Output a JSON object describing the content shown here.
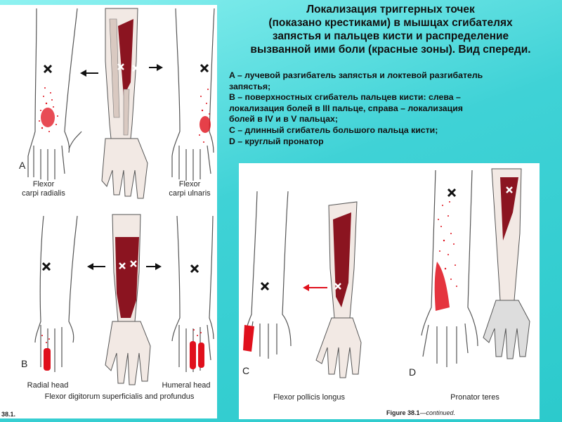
{
  "title": {
    "line1": "Локализация триггерных точек",
    "line2": "(показано крестиками) в мышцах сгибателях",
    "line3": "запястья и пальцев кисти и распределение",
    "line4": "вызванной ими боли (красные зоны). Вид спереди."
  },
  "legend": {
    "line1": "A – лучевой разгибатель запястья и локтевой разгибатель",
    "line2": "запястья;",
    "line3": "B – поверхностных сгибатель пальцев кисти: слева –",
    "line4": "локализация болей в III пальце, справа – локализация",
    "line5": "болей в IV и в V пальцах;",
    "line6": "C – длинный сгибатель большого пальца кисти;",
    "line7": "D – круглый пронатор"
  },
  "figure_left": {
    "panel_a_letter": "A",
    "panel_a_left_label_1": "Flexor",
    "panel_a_left_label_2": "carpi radialis",
    "panel_a_right_label_1": "Flexor",
    "panel_a_right_label_2": "carpi ulnaris",
    "panel_b_letter": "B",
    "panel_b_left_label": "Radial head",
    "panel_b_right_label": "Humeral head",
    "panel_b_caption": "Flexor digitorum superficialis and profundus",
    "figure_number": "38.1."
  },
  "figure_right": {
    "panel_c_letter": "C",
    "panel_c_label": "Flexor pollicis longus",
    "panel_d_letter": "D",
    "panel_d_label": "Pronator teres",
    "figure_caption_bold": "Figure 38.1",
    "figure_caption_rest": "—continued."
  },
  "colors": {
    "pain": "#e0101c",
    "muscle": "#8b1420",
    "outline": "#444444"
  }
}
